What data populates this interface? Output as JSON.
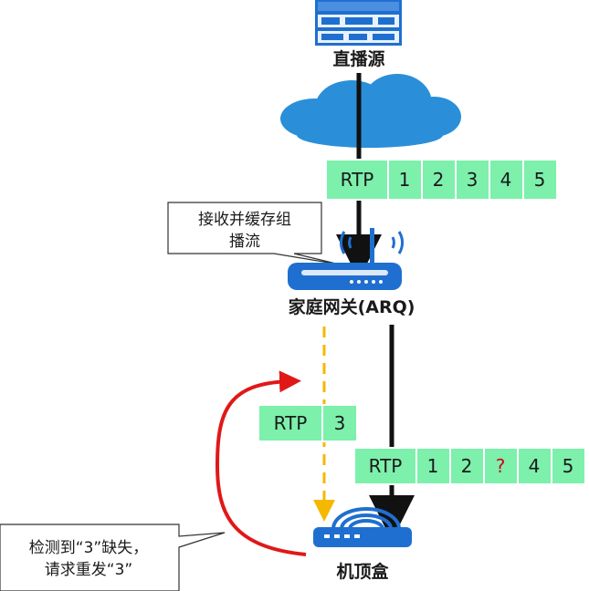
{
  "nodes": {
    "source": {
      "label": "直播源"
    },
    "gateway": {
      "label": "家庭网关(ARQ)"
    },
    "stb": {
      "label": "机顶盒"
    }
  },
  "callouts": {
    "gateway_note": {
      "line1": "接收并缓存组",
      "line2": "播流"
    },
    "stb_note": {
      "line1": "检测到“3”缺失，",
      "line2": "请求重发“3”"
    }
  },
  "packet_rows": {
    "upstream": [
      "RTP",
      "1",
      "2",
      "3",
      "4",
      "5"
    ],
    "retransmit": [
      "RTP",
      "3"
    ],
    "downstream": [
      "RTP",
      "1",
      "2",
      "?",
      "4",
      "5"
    ]
  },
  "colors": {
    "packet_fill": "#7df0ac",
    "packet_border": "#ffffff",
    "missing_text": "#d0021b",
    "device_blue": "#1f6fd0",
    "cloud_blue": "#2a8fd8",
    "retransmit_line": "#f5b800",
    "request_arrow": "#e01818",
    "main_line": "#111111"
  }
}
